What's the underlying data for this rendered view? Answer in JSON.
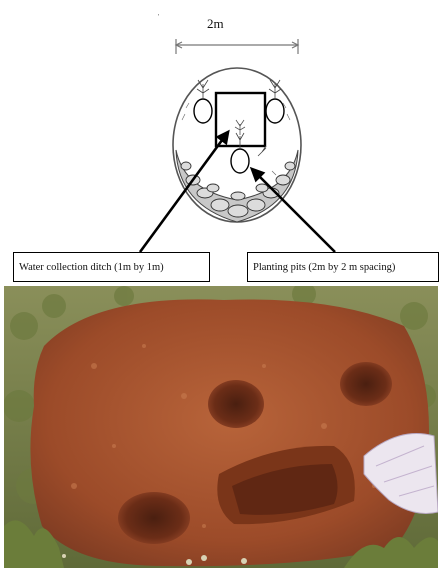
{
  "diagram": {
    "dimension_label": "2m",
    "stray_mark": "'",
    "callouts": {
      "ditch": "Water collection ditch (1m by 1m)",
      "pits": "Planting pits (2m by 2 m spacing)"
    }
  },
  "photo": {
    "subject": "field micro-catchment with planting pits and ditch",
    "colors": {
      "soil": "#a14f2c",
      "grass": "#7a8a4a",
      "sky_edge": "#c9b8a8"
    }
  }
}
